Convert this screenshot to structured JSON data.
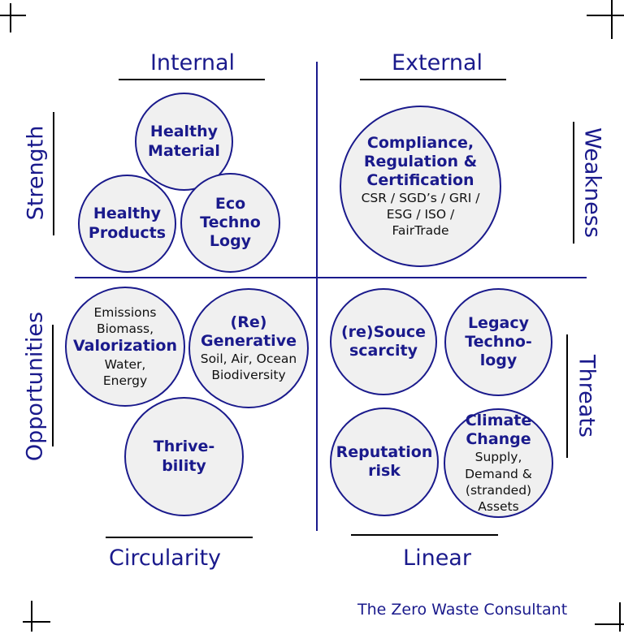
{
  "labels": {
    "internal": "Internal",
    "external": "External",
    "circularity": "Circularity",
    "linear": "Linear",
    "strength": "Strength",
    "weakness": "Weakness",
    "opportunities": "Opportunities",
    "threats": "Threats"
  },
  "circles": {
    "healthy_material": {
      "title": "Healthy\nMaterial"
    },
    "healthy_products": {
      "title": "Healthy\nProducts"
    },
    "eco_technology": {
      "title": "Eco\nTechno\nLogy"
    },
    "compliance": {
      "title": "Compliance,\nRegulation &\nCertification",
      "body": "CSR / SGD’s / GRI /\nESG / ISO /\nFairTrade"
    },
    "valorization": {
      "top": "Emissions\nBiomass,",
      "title": "Valorization",
      "body": "Water,\nEnergy"
    },
    "regenerative": {
      "title": "(Re)\nGenerative",
      "body": "Soil, Air, Ocean\nBiodiversity"
    },
    "thrivebility": {
      "title": "Thrive-\nbility"
    },
    "resource_scarcity": {
      "title": "(re)Souce\nscarcity"
    },
    "legacy_technology": {
      "title": "Legacy\nTechno-\nlogy"
    },
    "reputation_risk": {
      "title": "Reputation\nrisk"
    },
    "climate_change": {
      "title": "Climate\nChange",
      "body": "Supply,\nDemand &\n(stranded) Assets"
    }
  },
  "footer": "The Zero Waste Consultant",
  "colors": {
    "accent": "#1a1a8c",
    "circle_fill": "#f0f0f0"
  }
}
